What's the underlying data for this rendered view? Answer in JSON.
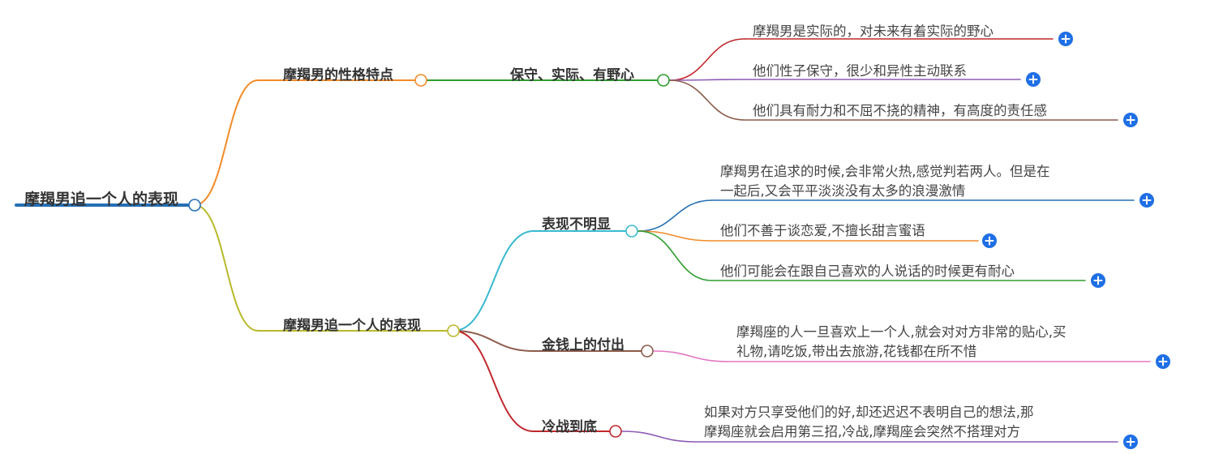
{
  "root": {
    "label": "摩羯男追一个人的表现"
  },
  "branches": [
    {
      "label": "摩羯男的性格特点",
      "color": "#f28b28",
      "children": [
        {
          "label": "保守、实际、有野心",
          "color": "#2f9e2f",
          "children": [
            {
              "lines": [
                "摩羯男是实际的，对未来有着实际的野心"
              ],
              "color": "#c0282d"
            },
            {
              "lines": [
                "他们性子保守，很少和异性主动联系"
              ],
              "color": "#8e5bb5"
            },
            {
              "lines": [
                "他们具有耐力和不屈不挠的精神，有高度的责任感"
              ],
              "color": "#8c5b4a"
            }
          ]
        }
      ]
    },
    {
      "label": "摩羯男追一个人的表现",
      "color": "#b9b92b",
      "children": [
        {
          "label": "表现不明显",
          "color": "#3ab9d1",
          "children": [
            {
              "lines": [
                "摩羯男在追求的时候,会非常火热,感觉判若两人。但是在",
                "一起后,又会平平淡淡没有太多的浪漫激情"
              ],
              "color": "#2570b5"
            },
            {
              "lines": [
                "他们不善于谈恋爱,不擅长甜言蜜语"
              ],
              "color": "#f28b28"
            },
            {
              "lines": [
                "他们可能会在跟自己喜欢的人说话的时候更有耐心"
              ],
              "color": "#2f9e2f"
            }
          ]
        },
        {
          "label": "金钱上的付出",
          "color": "#8c5b4a",
          "children": [
            {
              "lines": [
                "摩羯座的人一旦喜欢上一个人,就会对对方非常的贴心,买",
                "礼物,请吃饭,带出去旅游,花钱都在所不惜"
              ],
              "color": "#e377c2"
            }
          ]
        },
        {
          "label": "冷战到底",
          "color": "#c0282d",
          "children": [
            {
              "lines": [
                "如果对方只享受他们的好,却还迟迟不表明自己的想法,那",
                "摩羯座就会启用第三招,冷战,摩羯座会突然不搭理对方"
              ],
              "color": "#8e5bb5"
            }
          ]
        }
      ]
    }
  ],
  "colors": {
    "root": "#2570b5",
    "plus_button": "#1f6fe5"
  },
  "icons": {
    "expand": "plus-icon"
  }
}
